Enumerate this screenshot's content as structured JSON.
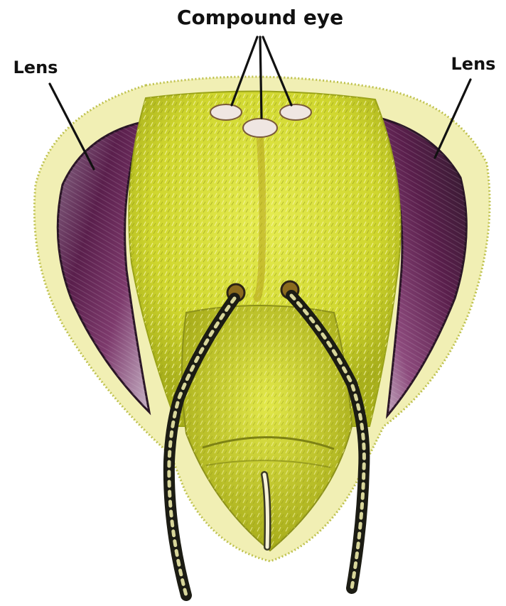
{
  "labels": {
    "top": "Compound eye",
    "left": "Lens",
    "right": "Lens"
  },
  "colors": {
    "face": "#d9e23a",
    "face_dark": "#a8b21c",
    "fur_edge": "#f3f0b8",
    "eye": "#6b2a5a",
    "eye_highlight": "#b898b4",
    "ocelli": "#efe6e2",
    "antenna": "#1c1c14",
    "text": "#111111"
  }
}
